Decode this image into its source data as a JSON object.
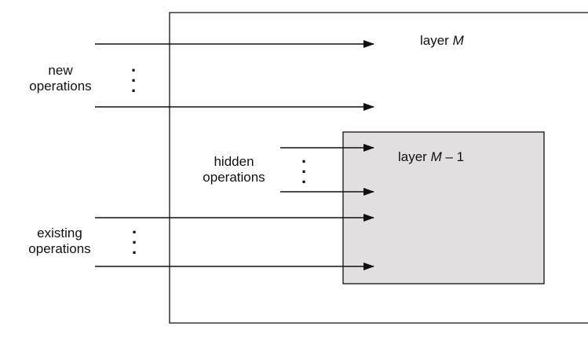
{
  "labels": {
    "layer_m_prefix": "layer ",
    "layer_m_var": "M",
    "layer_m1_prefix": "layer ",
    "layer_m1_var": "M",
    "layer_m1_suffix": " – 1",
    "new_ops_line1": "new",
    "new_ops_line2": "operations",
    "hidden_ops_line1": "hidden",
    "hidden_ops_line2": "operations",
    "existing_ops_line1": "existing",
    "existing_ops_line2": "operations"
  },
  "colors": {
    "outer_box_fill": "#ffffff",
    "inner_box_fill": "#e2dfe1",
    "stroke": "#111111"
  }
}
